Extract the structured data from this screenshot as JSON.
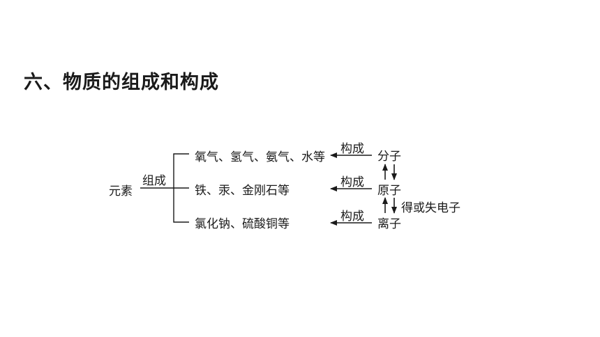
{
  "title": "六、物质的组成和构成",
  "diagram": {
    "root": "元素",
    "root_relation": "组成",
    "substances": [
      "氧气、氢气、氨气、水等",
      "铁、汞、金刚石等",
      "氯化钠、硫酸铜等"
    ],
    "relation": "构成",
    "particles": [
      "分子",
      "原子",
      "离子"
    ],
    "ion_transition": "得或失电子"
  }
}
